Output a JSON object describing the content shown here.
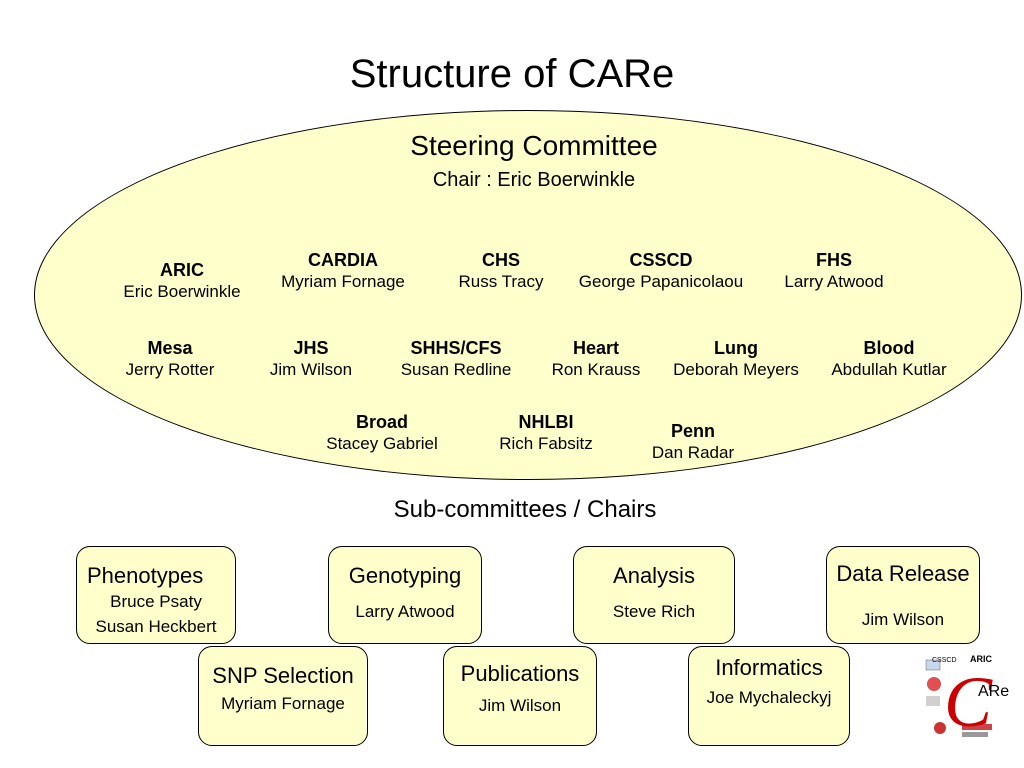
{
  "title": "Structure of CARe",
  "steering": {
    "title": "Steering Committee",
    "chair": "Chair : Eric Boerwinkle",
    "members": [
      {
        "name": "ARIC",
        "person": "Eric Boerwinkle"
      },
      {
        "name": "CARDIA",
        "person": "Myriam Fornage"
      },
      {
        "name": "CHS",
        "person": "Russ Tracy"
      },
      {
        "name": "CSSCD",
        "person": "George Papanicolaou"
      },
      {
        "name": "FHS",
        "person": "Larry Atwood"
      },
      {
        "name": "Mesa",
        "person": "Jerry Rotter"
      },
      {
        "name": "JHS",
        "person": "Jim Wilson"
      },
      {
        "name": "SHHS/CFS",
        "person": "Susan Redline"
      },
      {
        "name": "Heart",
        "person": "Ron Krauss"
      },
      {
        "name": "Lung",
        "person": "Deborah Meyers"
      },
      {
        "name": "Blood",
        "person": "Abdullah Kutlar"
      },
      {
        "name": "Broad",
        "person": "Stacey Gabriel"
      },
      {
        "name": "NHLBI",
        "person": "Rich Fabsitz"
      },
      {
        "name": "Penn",
        "person": "Dan Radar"
      }
    ]
  },
  "subcommittees": {
    "title": "Sub-committees / Chairs",
    "boxes": [
      {
        "name": "Phenotypes",
        "chairs": [
          "Bruce Psaty",
          "Susan Heckbert"
        ]
      },
      {
        "name": "Genotyping",
        "chairs": [
          "Larry Atwood"
        ]
      },
      {
        "name": "Analysis",
        "chairs": [
          "Steve Rich"
        ]
      },
      {
        "name": "Data Release",
        "chairs": [
          "Jim Wilson"
        ]
      },
      {
        "name": "SNP Selection",
        "chairs": [
          "Myriam Fornage"
        ]
      },
      {
        "name": "Publications",
        "chairs": [
          "Jim Wilson"
        ]
      },
      {
        "name": "Informatics",
        "chairs": [
          "Joe Mychaleckyj"
        ]
      }
    ]
  },
  "logo": {
    "text": "ARe",
    "letter": "C",
    "labels": [
      "CSSCD",
      "ARIC"
    ],
    "accent_color": "#cc0000"
  }
}
